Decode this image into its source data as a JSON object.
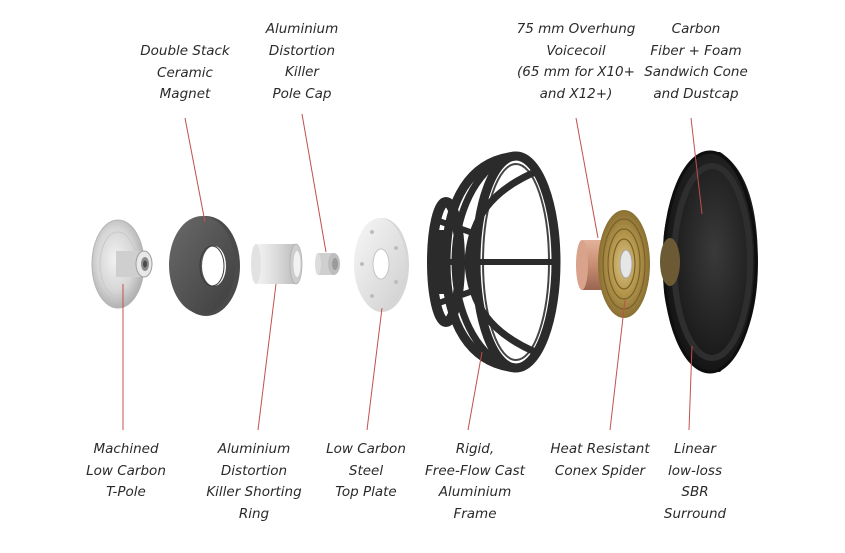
{
  "colors": {
    "leader_line": "#c0504d",
    "label_text": "#2a2a2a",
    "background": "#ffffff"
  },
  "top_labels": [
    {
      "id": "magnet",
      "lines": [
        "Double Stack",
        "Ceramic",
        "Magnet"
      ]
    },
    {
      "id": "pole-cap",
      "lines": [
        "Aluminium",
        "Distortion",
        "Killer",
        "Pole Cap"
      ]
    },
    {
      "id": "voicecoil",
      "lines": [
        "75 mm Overhung",
        "Voicecoil",
        "(65 mm for X10+",
        "and X12+)"
      ]
    },
    {
      "id": "cone",
      "lines": [
        "Carbon",
        "Fiber + Foam",
        "Sandwich Cone",
        "and Dustcap"
      ]
    }
  ],
  "bottom_labels": [
    {
      "id": "t-pole",
      "lines": [
        "Machined",
        "Low Carbon",
        "T-Pole"
      ]
    },
    {
      "id": "shorting-ring",
      "lines": [
        "Aluminium",
        "Distortion",
        "Killer Shorting",
        "Ring"
      ]
    },
    {
      "id": "top-plate",
      "lines": [
        "Low Carbon",
        "Steel",
        "Top Plate"
      ]
    },
    {
      "id": "frame",
      "lines": [
        "Rigid,",
        "Free-Flow Cast",
        "Aluminium",
        "Frame"
      ]
    },
    {
      "id": "spider",
      "lines": [
        "Heat Resistant",
        "Conex Spider"
      ]
    },
    {
      "id": "surround",
      "lines": [
        "Linear",
        "low-loss",
        "SBR",
        "Surround"
      ]
    }
  ],
  "components": [
    {
      "id": "t-pole",
      "icon": "t-pole-part"
    },
    {
      "id": "magnet",
      "icon": "magnet-ring-part"
    },
    {
      "id": "shorting-ring",
      "icon": "shorting-ring-part"
    },
    {
      "id": "pole-cap",
      "icon": "pole-cap-part"
    },
    {
      "id": "top-plate",
      "icon": "top-plate-part"
    },
    {
      "id": "frame",
      "icon": "basket-frame-part"
    },
    {
      "id": "voicecoil",
      "icon": "voicecoil-part"
    },
    {
      "id": "spider",
      "icon": "spider-part"
    },
    {
      "id": "cone",
      "icon": "cone-part"
    }
  ]
}
